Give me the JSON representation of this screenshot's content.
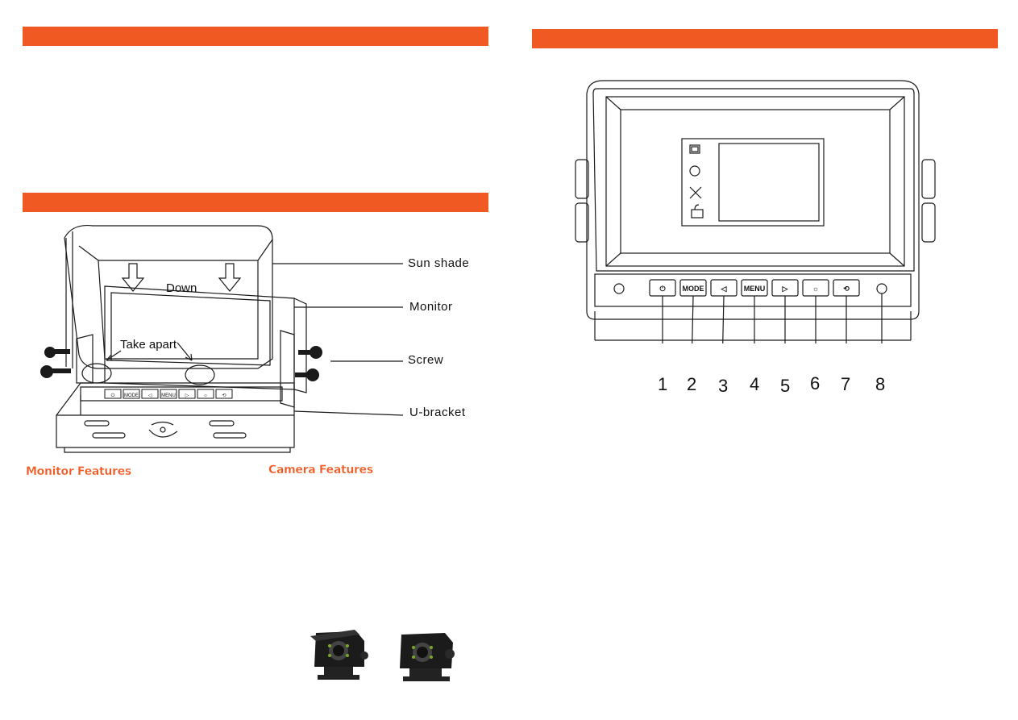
{
  "colors": {
    "accent": "#f05a22",
    "line": "#1a1a1a"
  },
  "left_page": {
    "installation_labels": {
      "down": "Down",
      "take_apart": "Take apart",
      "sun_shade": "Sun shade",
      "monitor": "Monitor",
      "screw": "Screw",
      "u_bracket": "U-bracket"
    },
    "monitor_features_heading": "Monitor Features",
    "camera_features_heading": "Camera Features",
    "front_panel_buttons": [
      "⏻",
      "MODE",
      "◁",
      "MENU",
      "▷",
      "☼",
      "⟲"
    ]
  },
  "right_page": {
    "button_labels": [
      "⏻",
      "MODE",
      "◁",
      "MENU",
      "▷",
      "☼",
      "⟲"
    ],
    "callout_numbers": [
      "1",
      "2",
      "3",
      "4",
      "5",
      "6",
      "7",
      "8"
    ]
  }
}
